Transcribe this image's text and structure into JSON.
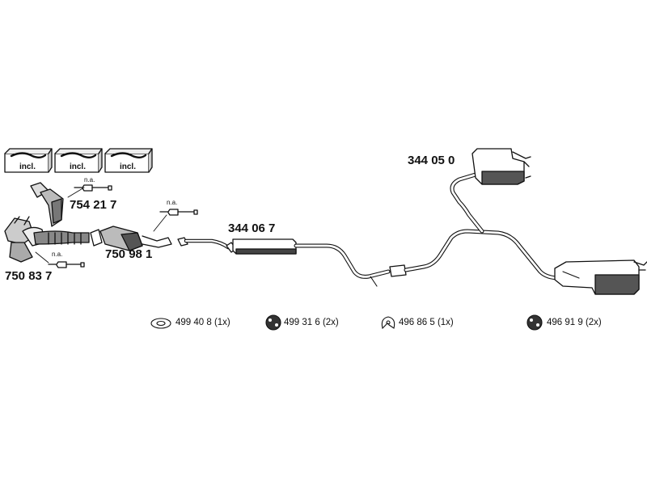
{
  "kits": [
    {
      "label": "incl."
    },
    {
      "label": "incl."
    },
    {
      "label": "incl."
    }
  ],
  "parts": {
    "p1": "754 21 7",
    "p2": "750 98 1",
    "p3": "750 83 7",
    "p4": "344 06 7",
    "p5": "344 05 0"
  },
  "notes": {
    "na1": "n.a.",
    "na2": "n.a.",
    "na3": "n.a."
  },
  "legend": [
    {
      "code": "499 40 8 (1x)",
      "icon": "gasket-ring-icon"
    },
    {
      "code": "499 31 6 (2x)",
      "icon": "rubber-mount-icon"
    },
    {
      "code": "496 86 5 (1x)",
      "icon": "hanger-loop-icon"
    },
    {
      "code": "496 91 9 (2x)",
      "icon": "rubber-mount-icon"
    }
  ],
  "colors": {
    "line": "#111111",
    "fill_dark": "#444444",
    "fill_light": "#e6e6e6"
  }
}
